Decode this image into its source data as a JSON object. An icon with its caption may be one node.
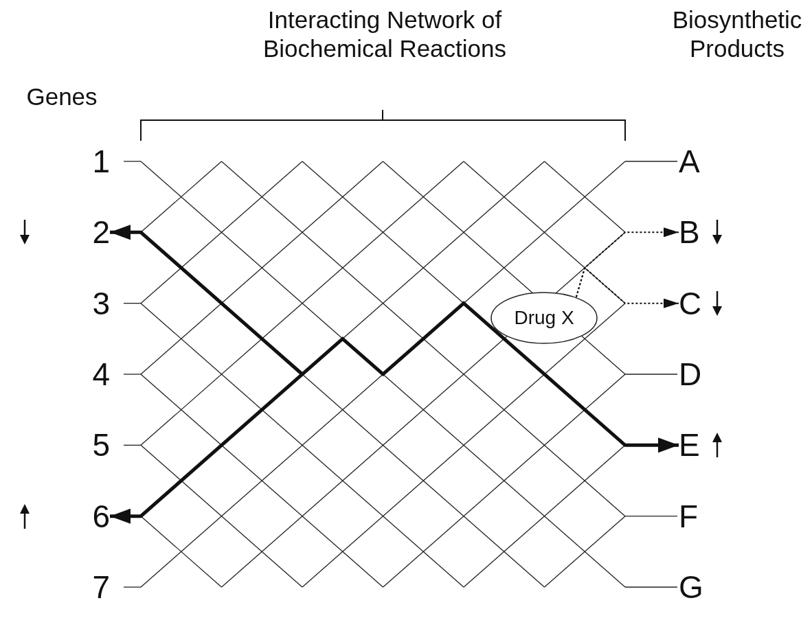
{
  "diagram": {
    "nodes": [
      {
        "text": [
          "1"
        ]
      },
      {
        "text": [
          "2"
        ]
      },
      {
        "text": [
          "3"
        ]
      },
      {
        "text": [
          "4"
        ]
      },
      {
        "text": [
          "5"
        ]
      },
      {
        "text": [
          "6"
        ]
      },
      {
        "text": [
          "7"
        ]
      },
      {
        "text": [
          "A"
        ]
      },
      {
        "text": [
          "B"
        ]
      },
      {
        "text": [
          "C"
        ]
      },
      {
        "text": [
          "D"
        ]
      },
      {
        "text": [
          "E"
        ]
      },
      {
        "text": [
          "F"
        ]
      },
      {
        "text": [
          "G"
        ]
      },
      {
        "text": [
          "Drug X"
        ]
      }
    ],
    "edges": [
      {
        "from": null,
        "to": 1,
        "arrow": "to",
        "style": "thick"
      },
      {
        "from": 5,
        "to": 11,
        "arrow": "both",
        "style": "thick"
      },
      {
        "from": 14,
        "to": 8,
        "arrow": "to",
        "style": "dashed"
      },
      {
        "from": 14,
        "to": 9,
        "arrow": "to",
        "style": "dashed"
      }
    ],
    "labels": [
      "Genes",
      "Interacting Network of Biochemical Reactions",
      "Biosynthetic Products"
    ]
  }
}
